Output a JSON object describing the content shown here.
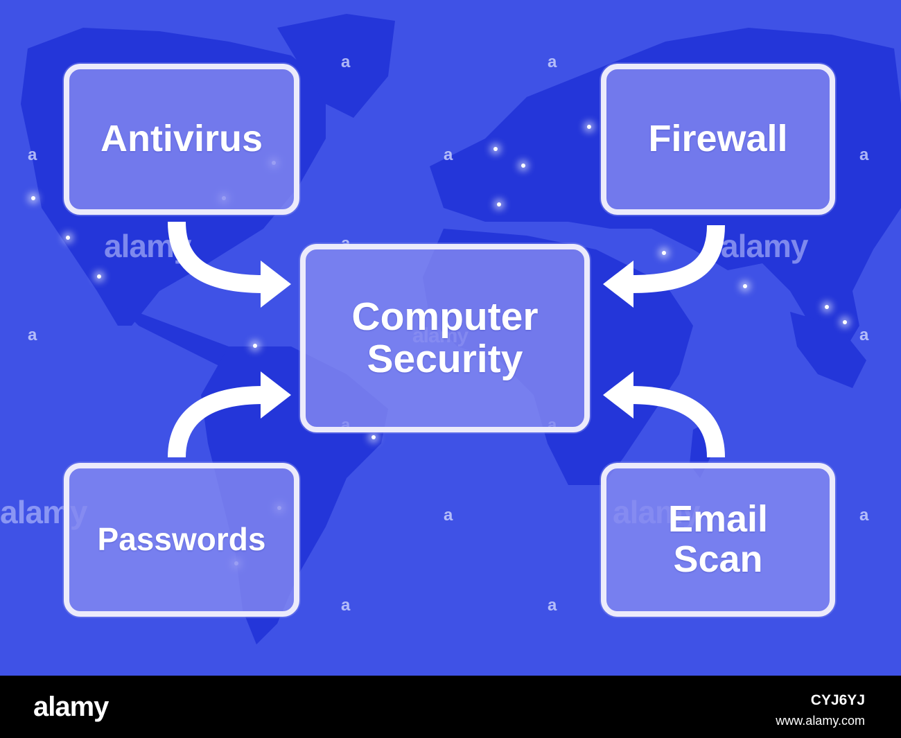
{
  "nodes": {
    "antivirus": [
      "Antivirus"
    ],
    "firewall": [
      "Firewall"
    ],
    "center": [
      "Computer",
      "Security"
    ],
    "passwords": [
      "Passwords"
    ],
    "email": [
      "Email",
      "Scan"
    ]
  },
  "watermark": {
    "text": "alamy",
    "letter": "a"
  },
  "footer": {
    "logo": "alamy",
    "image_id": "CYJ6YJ",
    "site": "www.alamy.com"
  },
  "colors": {
    "background": "#3f52e6",
    "land": "#2233d8",
    "box_fill": "#8489f0",
    "box_border": "#ecebfb",
    "arrow": "#ffffff"
  }
}
